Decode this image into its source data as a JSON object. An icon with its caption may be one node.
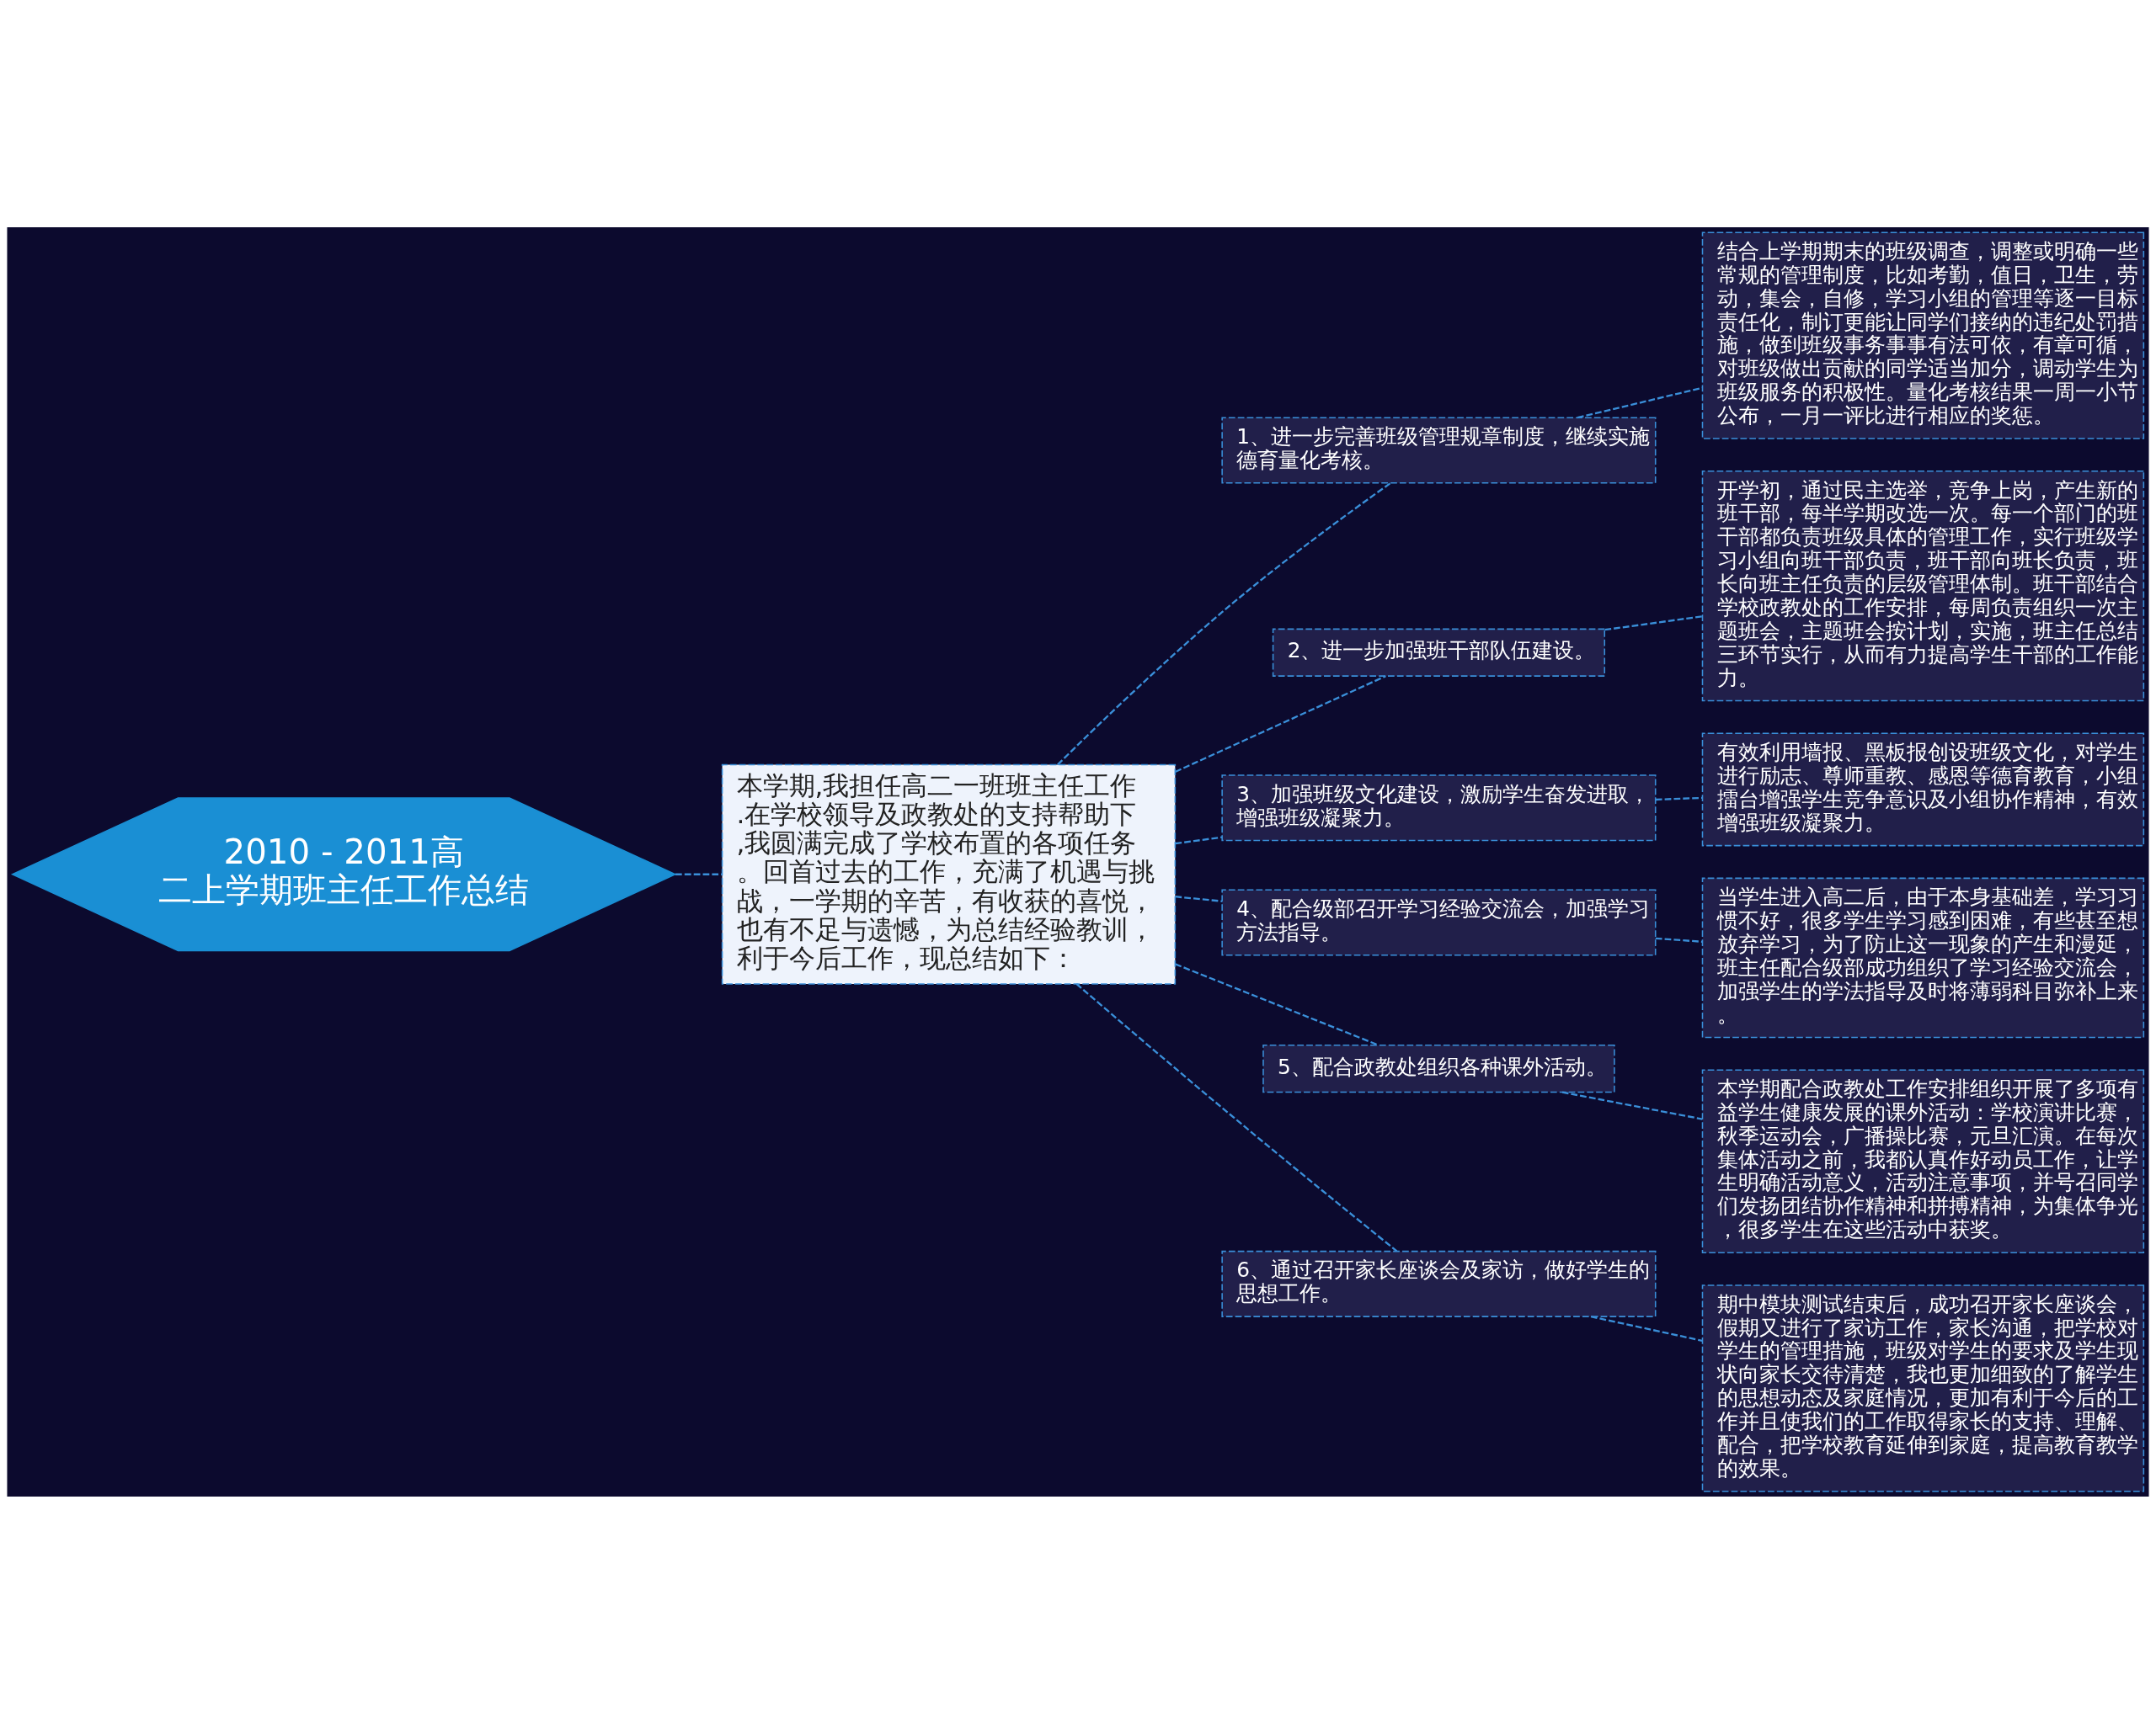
{
  "diagram": {
    "nodes": [
      {
        "text": [
          "2010 - 2011高二上学期班主任工作总结"
        ]
      },
      {
        "text": [
          "本学期,我担任高二一班班主任工作.在学校领导及政教处的支持帮助下,我圆满完成了学校布置的各项任务。回首过去的工作，充满了机遇与挑战，一学期的辛苦，有收获的喜悦，也有不足与遗憾，为总结经验教训，利于今后工作，现总结如下："
        ]
      },
      {
        "text": [
          "1、进一步完善班级管理规章制度，继续实施德育量化考核。"
        ]
      },
      {
        "text": [
          "结合上学期期末的班级调查，调整或明确一些常规的管理制度，比如考勤，值日，卫生，劳动，集会，自修，学习小组的管理等逐一目标责任化，制订更能让同学们接纳的违纪处罚措施，做到班级事务事事有法可依，有章可循，对班级做出贡献的同学适当加分，调动学生为班级服务的积极性。量化考核结果一周一小节公布，一月一评比进行相应的奖惩。"
        ]
      },
      {
        "text": [
          "2、进一步加强班干部队伍建设。"
        ]
      },
      {
        "text": [
          "开学初，通过民主选举，竞争上岗，产生新的班干部，每半学期改选一次。每一个部门的班干部都负责班级具体的管理工作，实行班级学习小组向班干部负责，班干部向班长负责，班长向班主任负责的层级管理体制。班干部结合学校政教处的工作安排，每周负责组织一次主题班会，主题班会按计划，实施，班主任总结三环节实行，从而有力提高学生干部的工作能力。"
        ]
      },
      {
        "text": [
          "3、加强班级文化建设，激励学生奋发进取，增强班级凝聚力。"
        ]
      },
      {
        "text": [
          "有效利用墙报、黑板报创设班级文化，对学生进行励志、尊师重教、感恩等德育教育，小组擂台增强学生竞争意识及小组协作精神，有效增强班级凝聚力。"
        ]
      },
      {
        "text": [
          "4、配合级部召开学习经验交流会，加强学习方法指导。"
        ]
      },
      {
        "text": [
          "当学生进入高二后，由于本身基础差，学习习惯不好，很多学生学习感到困难，有些甚至想放弃学习，为了防止这一现象的产生和漫延，班主任配合级部成功组织了学习经验交流会，加强学生的学法指导及时将薄弱科目弥补上来。"
        ]
      },
      {
        "text": [
          "5、配合政教处组织各种课外活动。"
        ]
      },
      {
        "text": [
          "本学期配合政教处工作安排组织开展了多项有益学生健康发展的课外活动：学校演讲比赛，秋季运动会，广播操比赛，元旦汇演。在每次集体活动之前，我都认真作好动员工作，让学生明确活动意义，活动注意事项，并号召同学们发扬团结协作精神和拼搏精神，为集体争光，很多学生在这些活动中获奖。"
        ]
      },
      {
        "text": [
          "6、通过召开家长座谈会及家访，做好学生的思想工作。"
        ]
      },
      {
        "text": [
          "期中模块测试结束后，成功召开家长座谈会，假期又进行了家访工作，家长沟通，把学校对学生的管理措施，班级对学生的要求及学生现状向家长交待清楚，我也更加细致的了解学生的思想动态及家庭情况，更加有利于今后的工作并且使我们的工作取得家长的支持、理解、配合，把学校教育延伸到家庭，提高教育教学的效果。"
        ]
      }
    ],
    "edges": [
      {
        "from": 0,
        "to": 1,
        "arrow": "none",
        "style": "dashed"
      },
      {
        "from": 1,
        "to": 2,
        "arrow": "none",
        "style": "dashed"
      },
      {
        "from": 2,
        "to": 3,
        "arrow": "none",
        "style": "dashed"
      },
      {
        "from": 1,
        "to": 4,
        "arrow": "none",
        "style": "dashed"
      },
      {
        "from": 4,
        "to": 5,
        "arrow": "none",
        "style": "dashed"
      },
      {
        "from": 1,
        "to": 6,
        "arrow": "none",
        "style": "dashed"
      },
      {
        "from": 6,
        "to": 7,
        "arrow": "none",
        "style": "dashed"
      },
      {
        "from": 1,
        "to": 8,
        "arrow": "none",
        "style": "dashed"
      },
      {
        "from": 8,
        "to": 9,
        "arrow": "none",
        "style": "dashed"
      },
      {
        "from": 1,
        "to": 10,
        "arrow": "none",
        "style": "dashed"
      },
      {
        "from": 10,
        "to": 11,
        "arrow": "none",
        "style": "dashed"
      },
      {
        "from": 1,
        "to": 12,
        "arrow": "none",
        "style": "dashed"
      },
      {
        "from": 12,
        "to": 13,
        "arrow": "none",
        "style": "dashed"
      }
    ]
  }
}
